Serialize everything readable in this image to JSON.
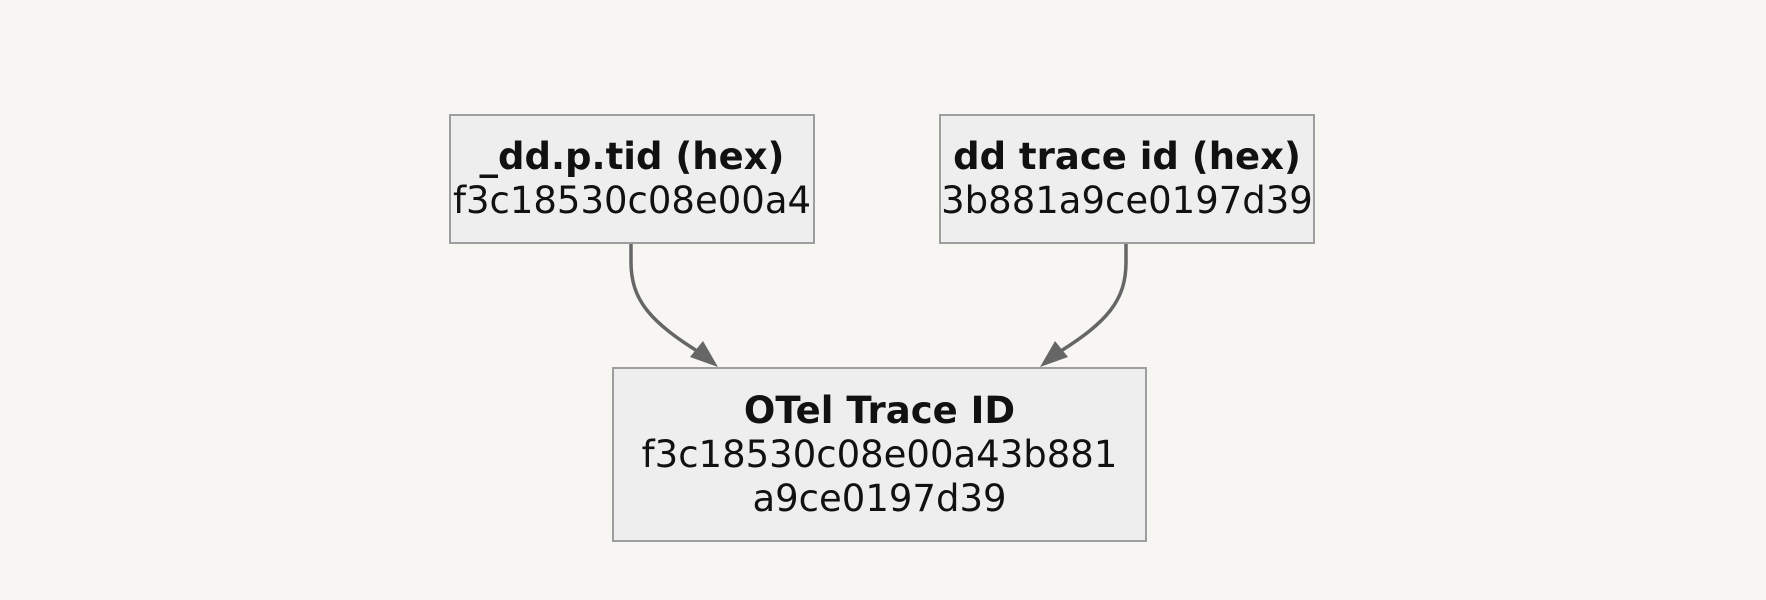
{
  "nodes": {
    "tid": {
      "title": "_dd.p.tid (hex)",
      "value": "f3c18530c08e00a4"
    },
    "dd": {
      "title": "dd trace id (hex)",
      "value": "3b881a9ce0197d39"
    },
    "otel": {
      "title": "OTel Trace ID",
      "value": "f3c18530c08e00a43b881a9ce0197d39"
    }
  },
  "edges": [
    {
      "from": "tid",
      "to": "otel"
    },
    {
      "from": "dd",
      "to": "otel"
    }
  ],
  "colors": {
    "background": "#f7f6f3",
    "node_fill": "#eeeeee",
    "node_border": "#9e9e9e",
    "edge": "#666666"
  }
}
